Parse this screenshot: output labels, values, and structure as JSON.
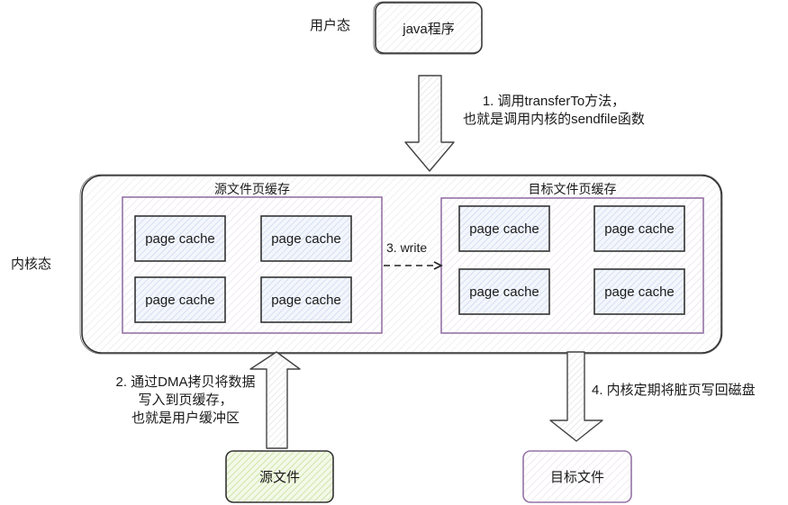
{
  "labels": {
    "user_mode": "用户态",
    "kernel_mode": "内核态"
  },
  "nodes": {
    "java_program": "java程序",
    "source_file": "源文件",
    "target_file": "目标文件"
  },
  "groups": {
    "source_page_cache": {
      "title": "源文件页缓存",
      "items": [
        "page cache",
        "page cache",
        "page cache",
        "page cache"
      ]
    },
    "target_page_cache": {
      "title": "目标文件页缓存",
      "items": [
        "page cache",
        "page cache",
        "page cache",
        "page cache"
      ]
    }
  },
  "steps": {
    "step1": [
      "1. 调用transferTo方法，",
      "也就是调用内核的sendfile函数"
    ],
    "step2": [
      "2. 通过DMA拷贝将数据",
      "写入到页缓存，",
      "也就是用户缓冲区"
    ],
    "step3": "3. write",
    "step4": "4. 内核定期将脏页写回磁盘"
  },
  "colors": {
    "stroke": "#333333",
    "group_border": "#9673a6",
    "cache_fill": "#dae8fc",
    "source_fill": "#d5e8b4",
    "target_border": "#9673a6",
    "hatch": "#e0e0e0"
  }
}
